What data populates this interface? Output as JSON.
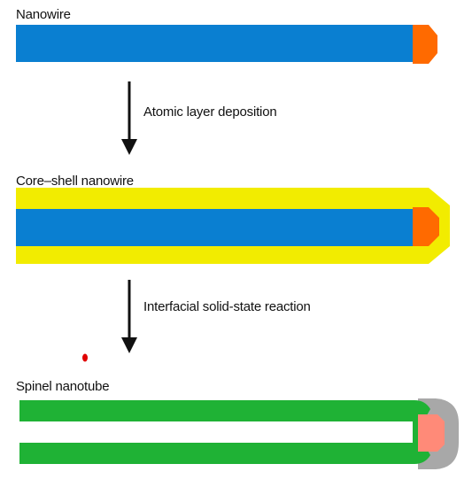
{
  "stages": {
    "nanowire": {
      "label": "Nanowire"
    },
    "core_shell": {
      "label": "Core–shell nanowire"
    },
    "spinel": {
      "label": "Spinel nanotube"
    }
  },
  "steps": {
    "step1": {
      "label": "Atomic layer deposition"
    },
    "step2": {
      "label": "Interfacial solid-state reaction"
    }
  },
  "colors": {
    "core": "#0a7fd1",
    "tip": "#ff6a00",
    "shell": "#f2ec00",
    "spinel_tube": "#1fb235",
    "spinel_cap": "#a8a8a8",
    "spinel_tip": "#ff8a78",
    "arrow": "#111111",
    "dot": "#e00000"
  }
}
